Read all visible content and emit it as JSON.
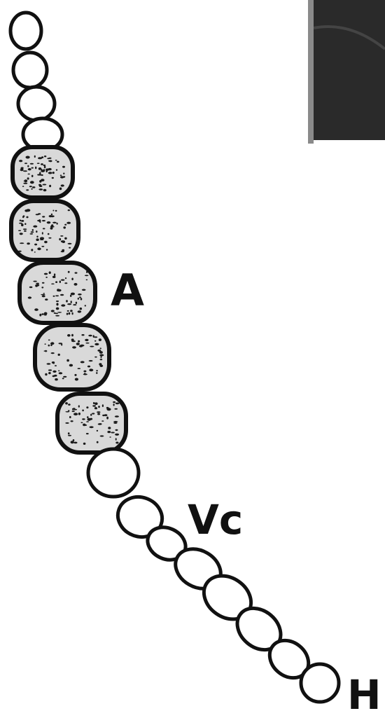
{
  "diagram": {
    "labels": {
      "akinete": "A",
      "vegetative": "Vc",
      "heterocyst": "H"
    },
    "colors": {
      "outline": "#111111",
      "akinete_fill": "#d9d9d9",
      "vegetative_fill": "#ffffff",
      "dark_inset": "#2a2a2a"
    }
  }
}
